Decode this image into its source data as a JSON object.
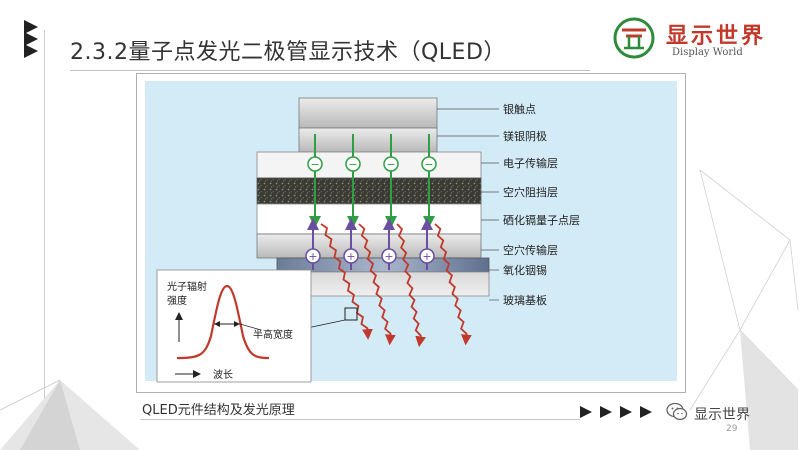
{
  "slide": {
    "title": "2.3.2量子点发光二极管显示技术（QLED）",
    "caption": "QLED元件结构及发光原理",
    "page_number": "29"
  },
  "logo": {
    "text_cn": "显示世界",
    "text_en": "Display World",
    "brand_color": "#c0392b",
    "mark_color": "#2e8b3a"
  },
  "footer": {
    "wechat_label": "显示世界"
  },
  "diagram": {
    "layers": [
      "银触点",
      "镁银阴极",
      "电子传输层",
      "空穴阻挡层",
      "硒化镉量子点层",
      "空穴传输层",
      "氧化铟锡",
      "玻璃基板"
    ],
    "electron_symbol": "−",
    "hole_symbol": "+",
    "inset": {
      "ylabel": "光子辐射\n强度",
      "xlabel": "波长",
      "fwhm_label": "半高宽度"
    },
    "colors": {
      "background": "#d3ebf7",
      "electron_arrow": "#2ea043",
      "hole_arrow": "#6a4fa0",
      "photon": "#c0392b"
    }
  }
}
